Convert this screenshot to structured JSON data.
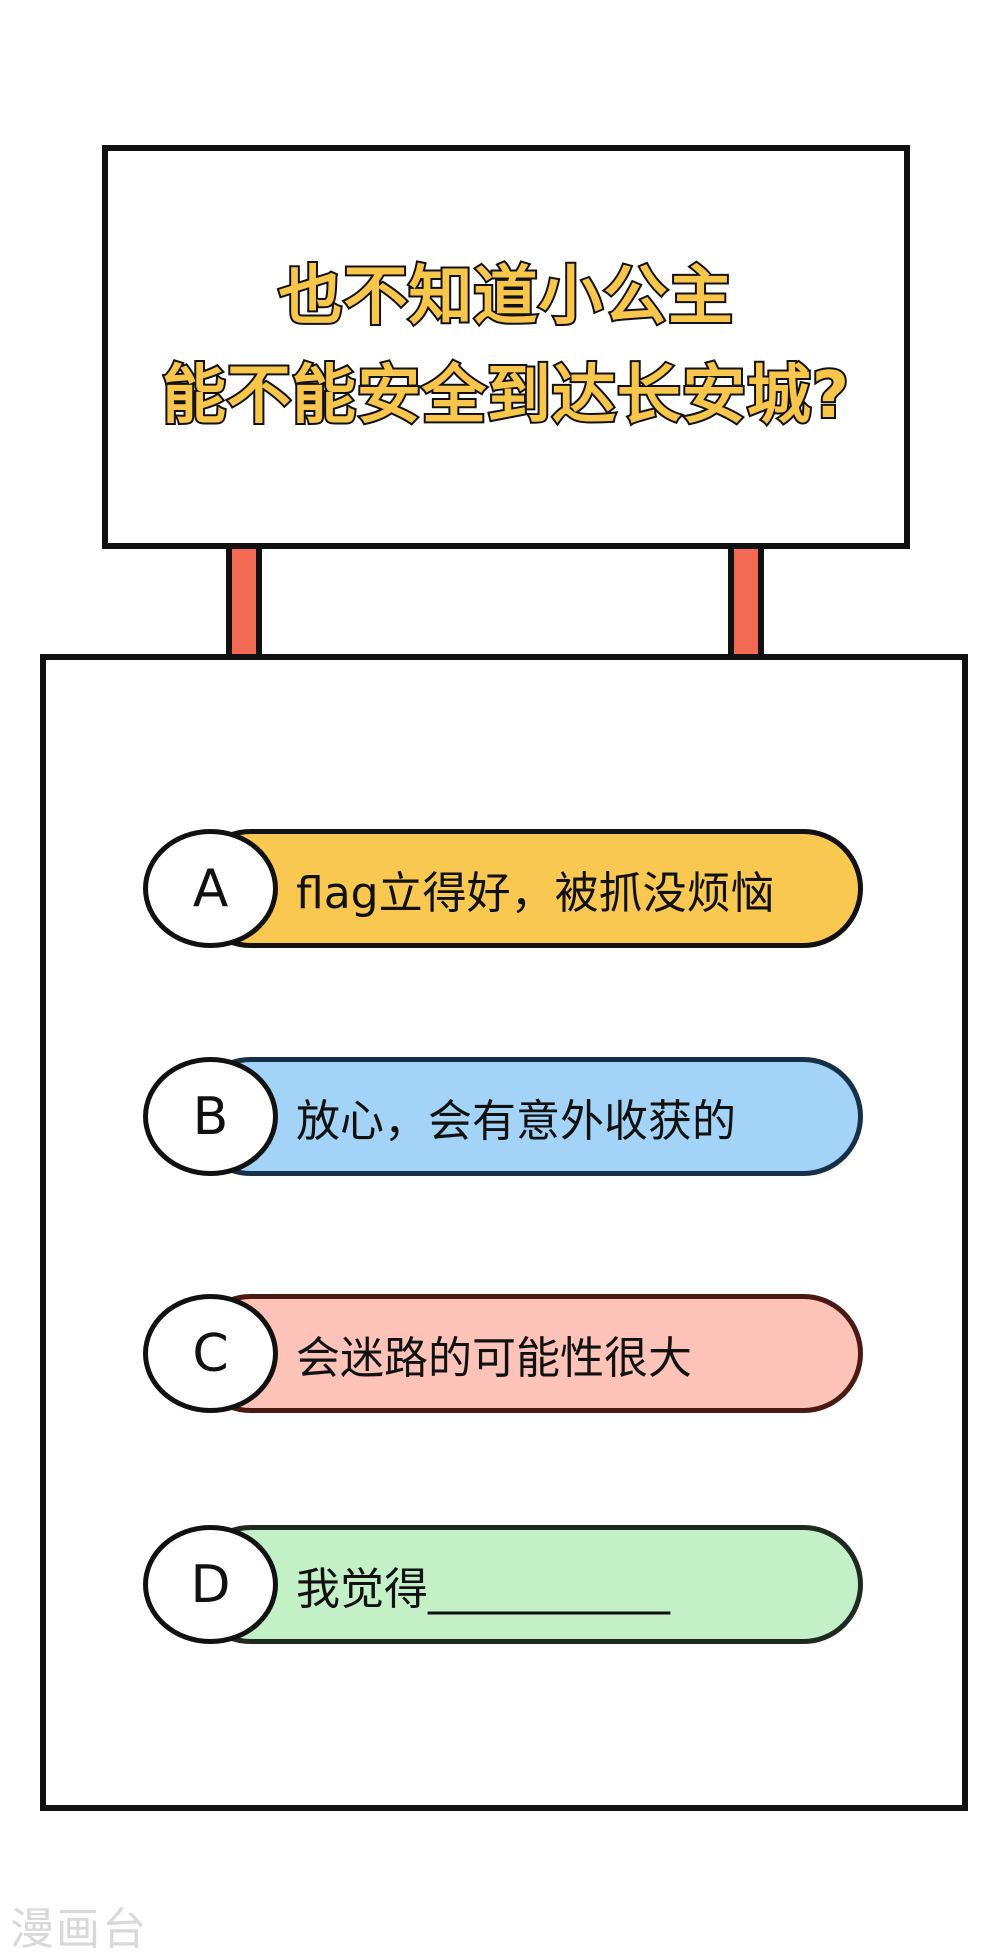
{
  "sign": {
    "line1": "也不知道小公主",
    "line2": "能不能安全到达长安城?"
  },
  "options": [
    {
      "letter": "A",
      "text": "flag立得好，被抓没烦恼",
      "color": "#f8c851"
    },
    {
      "letter": "B",
      "text": "放心，会有意外收获的",
      "color": "#a3d4f8"
    },
    {
      "letter": "C",
      "text": "会迷路的可能性很大",
      "color": "#fdc3b8"
    },
    {
      "letter": "D",
      "text": "我觉得___________",
      "color": "#c4f0c8"
    }
  ],
  "watermark": "漫画台"
}
